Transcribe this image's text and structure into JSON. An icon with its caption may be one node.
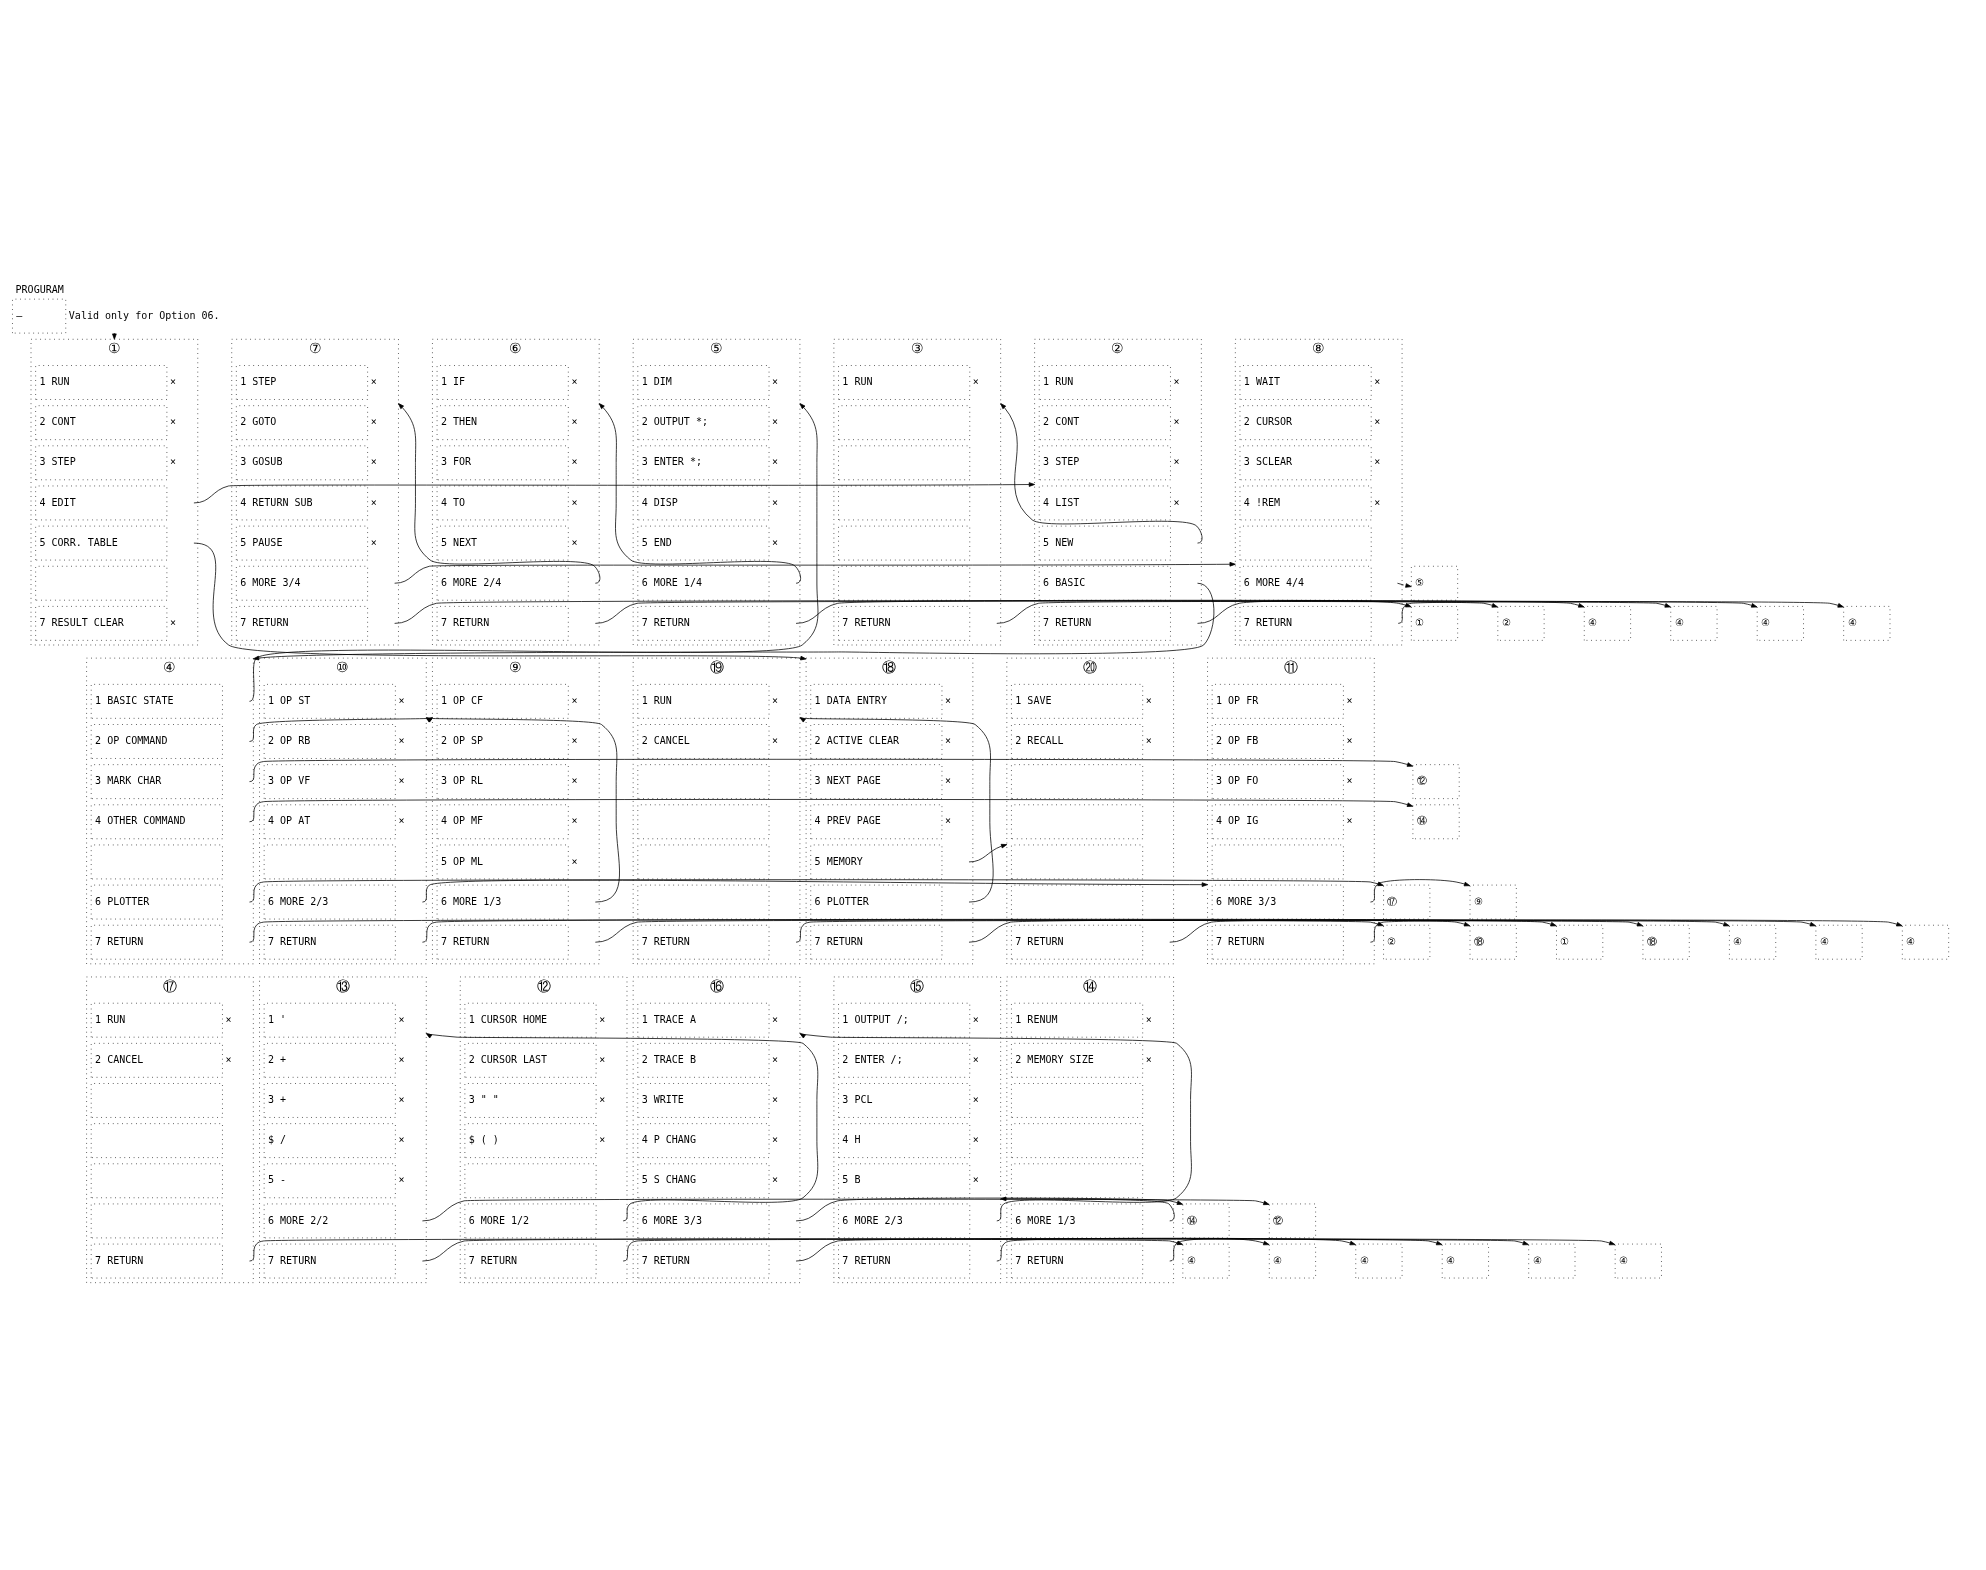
{
  "diagram": {
    "nodes": [
      {
        "text": [
          "PROGURAM",
          "—"
        ],
        "beside": [
          "Valid only for Option 06."
        ]
      },
      {
        "text": [
          "①"
        ]
      },
      {
        "text": [
          "1 RUN"
        ],
        "in": 1,
        "beside": [
          "×"
        ]
      },
      {
        "text": [
          "2 CONT"
        ],
        "in": 1,
        "beside": [
          "×"
        ]
      },
      {
        "text": [
          "3 STEP"
        ],
        "in": 1,
        "beside": [
          "×"
        ]
      },
      {
        "text": [
          "4 EDIT"
        ],
        "in": 1
      },
      {
        "text": [
          "5 CORR. TABLE"
        ],
        "in": 1
      },
      {
        "text": [],
        "shape": "box",
        "in": 1
      },
      {
        "text": [
          "7 RESULT CLEAR"
        ],
        "in": 1,
        "beside": [
          "×"
        ]
      },
      {
        "text": [
          "②"
        ]
      },
      {
        "text": [
          "1 RUN"
        ],
        "in": 9,
        "beside": [
          "×"
        ]
      },
      {
        "text": [
          "2 CONT"
        ],
        "in": 9,
        "beside": [
          "×"
        ]
      },
      {
        "text": [
          "3 STEP"
        ],
        "in": 9,
        "beside": [
          "×"
        ]
      },
      {
        "text": [
          "4 LIST"
        ],
        "in": 9,
        "beside": [
          "×"
        ]
      },
      {
        "text": [
          "5 NEW"
        ],
        "in": 9
      },
      {
        "text": [
          "6 BASIC"
        ],
        "in": 9
      },
      {
        "text": [
          "7 RETURN"
        ],
        "in": 9
      },
      {
        "text": [
          "③"
        ]
      },
      {
        "text": [
          "1 RUN"
        ],
        "in": 17,
        "beside": [
          "×"
        ]
      },
      {
        "text": [],
        "shape": "box",
        "in": 17
      },
      {
        "text": [],
        "shape": "box",
        "in": 17
      },
      {
        "text": [],
        "shape": "box",
        "in": 17
      },
      {
        "text": [],
        "shape": "box",
        "in": 17
      },
      {
        "text": [],
        "shape": "box",
        "in": 17
      },
      {
        "text": [
          "7 RETURN"
        ],
        "in": 17
      },
      {
        "text": [
          "⑤"
        ]
      },
      {
        "text": [
          "1 DIM"
        ],
        "in": 25,
        "beside": [
          "×"
        ]
      },
      {
        "text": [
          "2 OUTPUT *;"
        ],
        "in": 25,
        "beside": [
          "×"
        ]
      },
      {
        "text": [
          "3 ENTER *;"
        ],
        "in": 25,
        "beside": [
          "×"
        ]
      },
      {
        "text": [
          "4 DISP"
        ],
        "in": 25,
        "beside": [
          "×"
        ]
      },
      {
        "text": [
          "5 END"
        ],
        "in": 25,
        "beside": [
          "×"
        ]
      },
      {
        "text": [
          "6 MORE 1/4"
        ],
        "in": 25
      },
      {
        "text": [
          "7 RETURN"
        ],
        "in": 25
      },
      {
        "text": [
          "⑥"
        ]
      },
      {
        "text": [
          "1 IF"
        ],
        "in": 33,
        "beside": [
          "×"
        ]
      },
      {
        "text": [
          "2 THEN"
        ],
        "in": 33,
        "beside": [
          "×"
        ]
      },
      {
        "text": [
          "3 FOR"
        ],
        "in": 33,
        "beside": [
          "×"
        ]
      },
      {
        "text": [
          "4 TO"
        ],
        "in": 33,
        "beside": [
          "×"
        ]
      },
      {
        "text": [
          "5 NEXT"
        ],
        "in": 33,
        "beside": [
          "×"
        ]
      },
      {
        "text": [
          "6 MORE 2/4"
        ],
        "in": 33
      },
      {
        "text": [
          "7 RETURN"
        ],
        "in": 33
      },
      {
        "text": [
          "⑦"
        ]
      },
      {
        "text": [
          "1 STEP"
        ],
        "in": 41,
        "beside": [
          "×"
        ]
      },
      {
        "text": [
          "2 GOTO"
        ],
        "in": 41,
        "beside": [
          "×"
        ]
      },
      {
        "text": [
          "3 GOSUB"
        ],
        "in": 41,
        "beside": [
          "×"
        ]
      },
      {
        "text": [
          "4 RETURN SUB"
        ],
        "in": 41,
        "beside": [
          "×"
        ]
      },
      {
        "text": [
          "5 PAUSE"
        ],
        "in": 41,
        "beside": [
          "×"
        ]
      },
      {
        "text": [
          "6 MORE 3/4"
        ],
        "in": 41
      },
      {
        "text": [
          "7 RETURN"
        ],
        "in": 41
      },
      {
        "text": [
          "⑧"
        ]
      },
      {
        "text": [
          "1 WAIT"
        ],
        "in": 49,
        "beside": [
          "×"
        ]
      },
      {
        "text": [
          "2 CURSOR"
        ],
        "in": 49,
        "beside": [
          "×"
        ]
      },
      {
        "text": [
          "3 SCLEAR"
        ],
        "in": 49,
        "beside": [
          "×"
        ]
      },
      {
        "text": [
          "4 !REM"
        ],
        "in": 49,
        "beside": [
          "×"
        ]
      },
      {
        "text": [],
        "shape": "box",
        "in": 49
      },
      {
        "text": [
          "6 MORE 4/4"
        ],
        "in": 49
      },
      {
        "text": [
          "7 RETURN"
        ],
        "in": 49
      },
      {
        "text": [
          "④"
        ]
      },
      {
        "text": [
          "1 BASIC STATE"
        ],
        "in": 57
      },
      {
        "text": [
          "2 OP COMMAND"
        ],
        "in": 57
      },
      {
        "text": [
          "3 MARK CHAR"
        ],
        "in": 57
      },
      {
        "text": [
          "4 OTHER COMMAND"
        ],
        "in": 57
      },
      {
        "text": [],
        "shape": "box",
        "in": 57
      },
      {
        "text": [
          "6 PLOTTER"
        ],
        "in": 57
      },
      {
        "text": [
          "7 RETURN"
        ],
        "in": 57
      },
      {
        "text": [
          "⑳"
        ]
      },
      {
        "text": [
          "1 SAVE"
        ],
        "in": 65,
        "beside": [
          "×"
        ]
      },
      {
        "text": [
          "2 RECALL"
        ],
        "in": 65,
        "beside": [
          "×"
        ]
      },
      {
        "text": [],
        "shape": "box",
        "in": 65
      },
      {
        "text": [],
        "shape": "box",
        "in": 65
      },
      {
        "text": [],
        "shape": "box",
        "in": 65
      },
      {
        "text": [],
        "shape": "box",
        "in": 65
      },
      {
        "text": [
          "7 RETURN"
        ],
        "in": 65
      },
      {
        "text": [
          "⑱"
        ]
      },
      {
        "text": [
          "1 DATA ENTRY"
        ],
        "in": 73,
        "beside": [
          "×"
        ]
      },
      {
        "text": [
          "2 ACTIVE CLEAR"
        ],
        "in": 73,
        "beside": [
          "×"
        ]
      },
      {
        "text": [
          "3 NEXT PAGE"
        ],
        "in": 73,
        "beside": [
          "×"
        ]
      },
      {
        "text": [
          "4 PREV PAGE"
        ],
        "in": 73,
        "beside": [
          "×"
        ]
      },
      {
        "text": [
          "5 MEMORY"
        ],
        "in": 73
      },
      {
        "text": [
          "6 PLOTTER"
        ],
        "in": 73
      },
      {
        "text": [
          "7 RETURN"
        ],
        "in": 73
      },
      {
        "text": [
          "⑲"
        ]
      },
      {
        "text": [
          "1 RUN"
        ],
        "in": 81,
        "beside": [
          "×"
        ]
      },
      {
        "text": [
          "2 CANCEL"
        ],
        "in": 81,
        "beside": [
          "×"
        ]
      },
      {
        "text": [],
        "shape": "box",
        "in": 81
      },
      {
        "text": [],
        "shape": "box",
        "in": 81
      },
      {
        "text": [],
        "shape": "box",
        "in": 81
      },
      {
        "text": [],
        "shape": "box",
        "in": 81
      },
      {
        "text": [
          "7 RETURN"
        ],
        "in": 81
      },
      {
        "text": [
          "⑨"
        ]
      },
      {
        "text": [
          "1 OP CF"
        ],
        "in": 89,
        "beside": [
          "×"
        ]
      },
      {
        "text": [
          "2 OP SP"
        ],
        "in": 89,
        "beside": [
          "×"
        ]
      },
      {
        "text": [
          "3 OP RL"
        ],
        "in": 89,
        "beside": [
          "×"
        ]
      },
      {
        "text": [
          "4 OP MF"
        ],
        "in": 89,
        "beside": [
          "×"
        ]
      },
      {
        "text": [
          "5 OP ML"
        ],
        "in": 89,
        "beside": [
          "×"
        ]
      },
      {
        "text": [
          "6 MORE 1/3"
        ],
        "in": 89
      },
      {
        "text": [
          "7 RETURN"
        ],
        "in": 89
      },
      {
        "text": [
          "⑩"
        ]
      },
      {
        "text": [
          "1 OP ST"
        ],
        "in": 97,
        "beside": [
          "×"
        ]
      },
      {
        "text": [
          "2 OP RB"
        ],
        "in": 97,
        "beside": [
          "×"
        ]
      },
      {
        "text": [
          "3 OP VF"
        ],
        "in": 97,
        "beside": [
          "×"
        ]
      },
      {
        "text": [
          "4 OP AT"
        ],
        "in": 97,
        "beside": [
          "×"
        ]
      },
      {
        "text": [],
        "shape": "box",
        "in": 97
      },
      {
        "text": [
          "6 MORE 2/3"
        ],
        "in": 97
      },
      {
        "text": [
          "7 RETURN"
        ],
        "in": 97
      },
      {
        "text": [
          "⑪"
        ]
      },
      {
        "text": [
          "1 OP FR"
        ],
        "in": 105,
        "beside": [
          "×"
        ]
      },
      {
        "text": [
          "2 OP FB"
        ],
        "in": 105,
        "beside": [
          "×"
        ]
      },
      {
        "text": [
          "3 OP FO"
        ],
        "in": 105,
        "beside": [
          "×"
        ]
      },
      {
        "text": [
          "4 OP IG"
        ],
        "in": 105,
        "beside": [
          "×"
        ]
      },
      {
        "text": [],
        "shape": "box",
        "in": 105
      },
      {
        "text": [
          "6 MORE 3/3"
        ],
        "in": 105
      },
      {
        "text": [
          "7 RETURN"
        ],
        "in": 105
      },
      {
        "text": [
          "⑰"
        ]
      },
      {
        "text": [
          "1 RUN"
        ],
        "in": 113,
        "beside": [
          "×"
        ]
      },
      {
        "text": [
          "2 CANCEL"
        ],
        "in": 113,
        "beside": [
          "×"
        ]
      },
      {
        "text": [],
        "shape": "box",
        "in": 113
      },
      {
        "text": [],
        "shape": "box",
        "in": 113
      },
      {
        "text": [],
        "shape": "box",
        "in": 113
      },
      {
        "text": [],
        "shape": "box",
        "in": 113
      },
      {
        "text": [
          "7 RETURN"
        ],
        "in": 113
      },
      {
        "text": [
          "⑭"
        ]
      },
      {
        "text": [
          "1 RENUM"
        ],
        "in": 121,
        "beside": [
          "×"
        ]
      },
      {
        "text": [
          "2 MEMORY SIZE"
        ],
        "in": 121,
        "beside": [
          "×"
        ]
      },
      {
        "text": [],
        "shape": "box",
        "in": 121
      },
      {
        "text": [],
        "shape": "box",
        "in": 121
      },
      {
        "text": [],
        "shape": "box",
        "in": 121
      },
      {
        "text": [
          "6 MORE 1/3"
        ],
        "in": 121
      },
      {
        "text": [
          "7 RETURN"
        ],
        "in": 121
      },
      {
        "text": [
          "⑮"
        ]
      },
      {
        "text": [
          "1 OUTPUT /;"
        ],
        "in": 129,
        "beside": [
          "×"
        ]
      },
      {
        "text": [
          "2 ENTER /;"
        ],
        "in": 129,
        "beside": [
          "×"
        ]
      },
      {
        "text": [
          "3 PCL"
        ],
        "in": 129,
        "beside": [
          "×"
        ]
      },
      {
        "text": [
          "4 H"
        ],
        "in": 129,
        "beside": [
          "×"
        ]
      },
      {
        "text": [
          "5 B"
        ],
        "in": 129,
        "beside": [
          "×"
        ]
      },
      {
        "text": [
          "6 MORE 2/3"
        ],
        "in": 129
      },
      {
        "text": [
          "7 RETURN"
        ],
        "in": 129
      },
      {
        "text": [
          "⑯"
        ]
      },
      {
        "text": [
          "1 TRACE A"
        ],
        "in": 137,
        "beside": [
          "×"
        ]
      },
      {
        "text": [
          "2 TRACE B"
        ],
        "in": 137,
        "beside": [
          "×"
        ]
      },
      {
        "text": [
          "3 WRITE"
        ],
        "in": 137,
        "beside": [
          "×"
        ]
      },
      {
        "text": [
          "4 P CHANG"
        ],
        "in": 137,
        "beside": [
          "×"
        ]
      },
      {
        "text": [
          "5 S CHANG"
        ],
        "in": 137,
        "beside": [
          "×"
        ]
      },
      {
        "text": [
          "6 MORE 3/3"
        ],
        "in": 137
      },
      {
        "text": [
          "7 RETURN"
        ],
        "in": 137
      },
      {
        "text": [
          "⑫"
        ]
      },
      {
        "text": [
          "1 CURSOR HOME"
        ],
        "in": 145,
        "beside": [
          "×"
        ]
      },
      {
        "text": [
          "2 CURSOR LAST"
        ],
        "in": 145,
        "beside": [
          "×"
        ]
      },
      {
        "text": [
          "3 \" \""
        ],
        "in": 145,
        "beside": [
          "×"
        ]
      },
      {
        "text": [
          "$ ( )"
        ],
        "in": 145,
        "beside": [
          "×"
        ]
      },
      {
        "text": [],
        "shape": "box",
        "in": 145
      },
      {
        "text": [
          "6 MORE 1/2"
        ],
        "in": 145
      },
      {
        "text": [
          "7 RETURN"
        ],
        "in": 145
      },
      {
        "text": [
          "⑬"
        ]
      },
      {
        "text": [
          "1 '"
        ],
        "in": 153,
        "beside": [
          "×"
        ]
      },
      {
        "text": [
          "2 +"
        ],
        "in": 153,
        "beside": [
          "×"
        ]
      },
      {
        "text": [
          "3 +"
        ],
        "in": 153,
        "beside": [
          "×"
        ]
      },
      {
        "text": [
          "$ /"
        ],
        "in": 153,
        "beside": [
          "×"
        ]
      },
      {
        "text": [
          "5 -"
        ],
        "in": 153,
        "beside": [
          "×"
        ]
      },
      {
        "text": [
          "6 MORE 2/2"
        ],
        "in": 153
      },
      {
        "text": [
          "7 RETURN"
        ],
        "in": 153
      },
      {
        "text": [
          "①"
        ]
      },
      {
        "text": [
          "②"
        ]
      },
      {
        "text": [
          "④"
        ]
      },
      {
        "text": [
          "④"
        ]
      },
      {
        "text": [
          "④"
        ]
      },
      {
        "text": [
          "⑤"
        ]
      },
      {
        "text": [
          "④"
        ]
      },
      {
        "text": [
          "⑫"
        ]
      },
      {
        "text": [
          "⑭"
        ]
      },
      {
        "text": [
          "⑰"
        ]
      },
      {
        "text": [
          "②"
        ]
      },
      {
        "text": [
          "⑱"
        ]
      },
      {
        "text": [
          "①"
        ]
      },
      {
        "text": [
          "⑱"
        ]
      },
      {
        "text": [
          "④"
        ]
      },
      {
        "text": [
          "④"
        ]
      },
      {
        "text": [
          "⑨"
        ]
      },
      {
        "text": [
          "④"
        ]
      },
      {
        "text": [
          "④"
        ]
      },
      {
        "text": [
          "④"
        ]
      },
      {
        "text": [
          "④"
        ]
      },
      {
        "text": [
          "⑭"
        ]
      },
      {
        "text": [
          "④"
        ]
      },
      {
        "text": [
          "④"
        ]
      },
      {
        "text": [
          "⑫"
        ]
      },
      {
        "text": [
          "④"
        ]
      }
    ],
    "edges": [
      {
        "from": 0,
        "to": 1,
        "arrow": "to"
      },
      {
        "from": 5,
        "to": 9,
        "arrow": "to"
      },
      {
        "from": 6,
        "to": 73,
        "arrow": "to"
      },
      {
        "from": 14,
        "to": 17,
        "arrow": "to"
      },
      {
        "from": 15,
        "to": 57,
        "arrow": "to"
      },
      {
        "from": 16,
        "to": 161,
        "arrow": "to"
      },
      {
        "from": 24,
        "to": 162,
        "arrow": "to"
      },
      {
        "from": 31,
        "to": 33,
        "arrow": "to"
      },
      {
        "from": 32,
        "to": 163,
        "arrow": "to"
      },
      {
        "from": 39,
        "to": 41,
        "arrow": "to"
      },
      {
        "from": 40,
        "to": 164,
        "arrow": "to"
      },
      {
        "from": 47,
        "to": 49,
        "arrow": "to"
      },
      {
        "from": 48,
        "to": 165,
        "arrow": "to"
      },
      {
        "from": 55,
        "to": 166,
        "arrow": "to"
      },
      {
        "from": 56,
        "to": 167,
        "arrow": "to"
      },
      {
        "from": 58,
        "to": 25,
        "arrow": "to"
      },
      {
        "from": 59,
        "to": 89,
        "arrow": "to"
      },
      {
        "from": 60,
        "to": 168,
        "arrow": "to"
      },
      {
        "from": 61,
        "to": 169,
        "arrow": "to"
      },
      {
        "from": 63,
        "to": 170,
        "arrow": "to"
      },
      {
        "from": 64,
        "to": 171,
        "arrow": "to"
      },
      {
        "from": 72,
        "to": 172,
        "arrow": "to"
      },
      {
        "from": 78,
        "to": 65,
        "arrow": "to"
      },
      {
        "from": 79,
        "to": 81,
        "arrow": "to"
      },
      {
        "from": 80,
        "to": 173,
        "arrow": "to"
      },
      {
        "from": 88,
        "to": 174,
        "arrow": "to"
      },
      {
        "from": 95,
        "to": 97,
        "arrow": "to"
      },
      {
        "from": 96,
        "to": 175,
        "arrow": "to"
      },
      {
        "from": 103,
        "to": 105,
        "arrow": "to"
      },
      {
        "from": 104,
        "to": 176,
        "arrow": "to"
      },
      {
        "from": 111,
        "to": 177,
        "arrow": "to"
      },
      {
        "from": 112,
        "to": 178,
        "arrow": "to"
      },
      {
        "from": 120,
        "to": 179,
        "arrow": "to"
      },
      {
        "from": 127,
        "to": 129,
        "arrow": "to"
      },
      {
        "from": 128,
        "to": 180,
        "arrow": "to"
      },
      {
        "from": 135,
        "to": 137,
        "arrow": "to"
      },
      {
        "from": 136,
        "to": 181,
        "arrow": "to"
      },
      {
        "from": 143,
        "to": 182,
        "arrow": "to"
      },
      {
        "from": 144,
        "to": 183,
        "arrow": "to"
      },
      {
        "from": 151,
        "to": 153,
        "arrow": "to"
      },
      {
        "from": 152,
        "to": 184,
        "arrow": "to"
      },
      {
        "from": 159,
        "to": 185,
        "arrow": "to"
      },
      {
        "from": 160,
        "to": 186,
        "arrow": "to"
      }
    ]
  }
}
